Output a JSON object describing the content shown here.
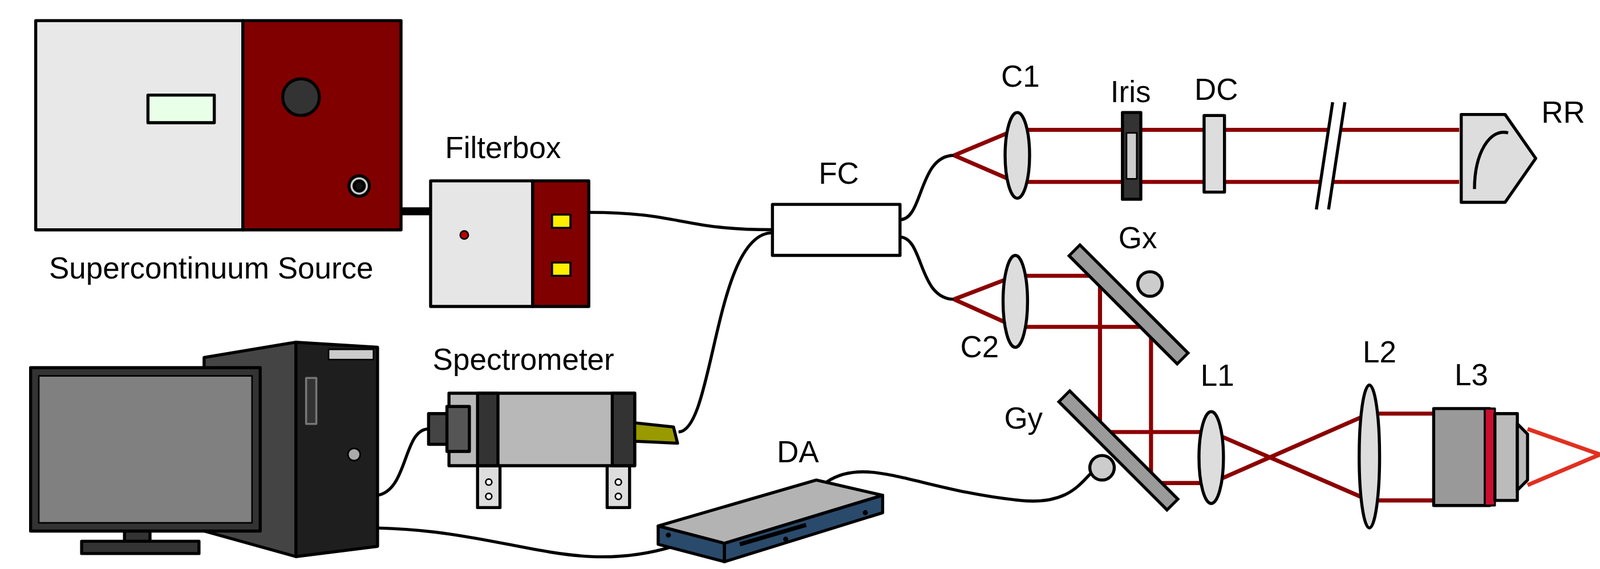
{
  "diagram": {
    "nodes": [
      {
        "text": [
          "Supercontinuum Source"
        ]
      },
      {
        "text": [
          "Filterbox"
        ]
      },
      {
        "text": [
          "FC"
        ]
      },
      {
        "text": [
          "Spectrometer"
        ]
      },
      {
        "text": [
          "DA"
        ]
      }
    ],
    "edges": [
      {
        "from": 0,
        "to": 1,
        "arrow": "none"
      },
      {
        "from": 1,
        "to": 2,
        "arrow": "none"
      },
      {
        "from": 2,
        "to": 3,
        "arrow": "none"
      }
    ],
    "labels": [
      "C1",
      "Iris",
      "DC",
      "RR",
      "Gx",
      "C2",
      "Gy",
      "L1",
      "L2",
      "L3"
    ]
  }
}
